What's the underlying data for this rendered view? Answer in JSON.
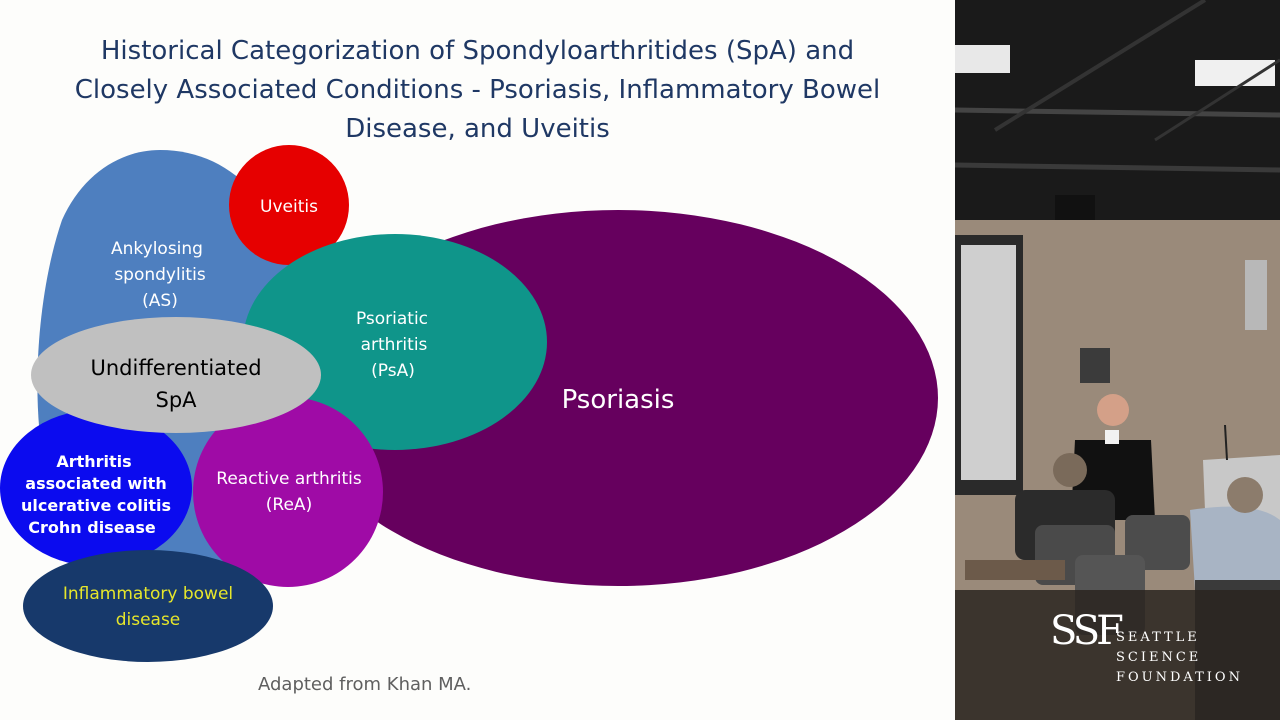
{
  "slide": {
    "title_lines": [
      "Historical Categorization of Spondyloarthritides (SpA) and",
      "Closely Associated Conditions - Psoriasis, Inflammatory Bowel",
      "Disease, and Uveitis"
    ],
    "caption": "Adapted from Khan MA."
  },
  "diagram": {
    "psoriasis": {
      "label": "Psoriasis",
      "color": "#66005e"
    },
    "ankylosing": {
      "lines": [
        "Ankylosing",
        "spondylitis",
        "(AS)"
      ],
      "color": "#4e7fbf"
    },
    "uveitis": {
      "label": "Uveitis",
      "color": "#e60000"
    },
    "psoriatic": {
      "lines": [
        "Psoriatic",
        "arthritis",
        "(PsA)"
      ],
      "color": "#0f958a"
    },
    "undifferentiated": {
      "lines": [
        "Undifferentiated",
        "SpA"
      ],
      "color": "#c0c0c0"
    },
    "reactive": {
      "lines": [
        "Reactive arthritis",
        "(ReA)"
      ],
      "color": "#9f0ba6"
    },
    "colitis": {
      "lines": [
        "Arthritis",
        "associated with",
        "ulcerative colitis",
        "Crohn disease"
      ],
      "color": "#0b0bef"
    },
    "ibd": {
      "lines": [
        "Inflammatory bowel",
        "disease"
      ],
      "color": "#17396b",
      "text_color": "#e6e62b"
    }
  },
  "logo": {
    "mark": "SSF",
    "lines": [
      "SEATTLE",
      "SCIENCE",
      "FOUNDATION"
    ]
  }
}
